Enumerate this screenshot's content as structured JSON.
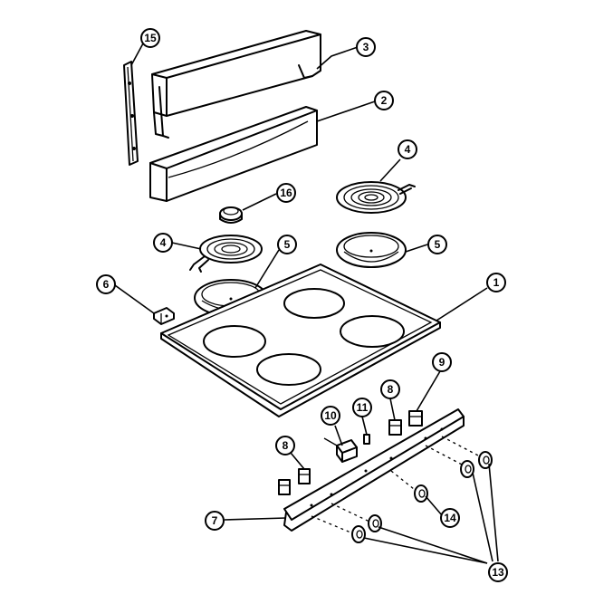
{
  "callouts": {
    "c15": "15",
    "c3": "3",
    "c2": "2",
    "c16": "16",
    "c4_right": "4",
    "c4_left": "4",
    "c5_left": "5",
    "c5_right": "5",
    "c6": "6",
    "c1": "1",
    "c9": "9",
    "c8_right": "8",
    "c11": "11",
    "c10": "10",
    "c8_left": "8",
    "c7": "7",
    "c14": "14",
    "c13": "13"
  }
}
